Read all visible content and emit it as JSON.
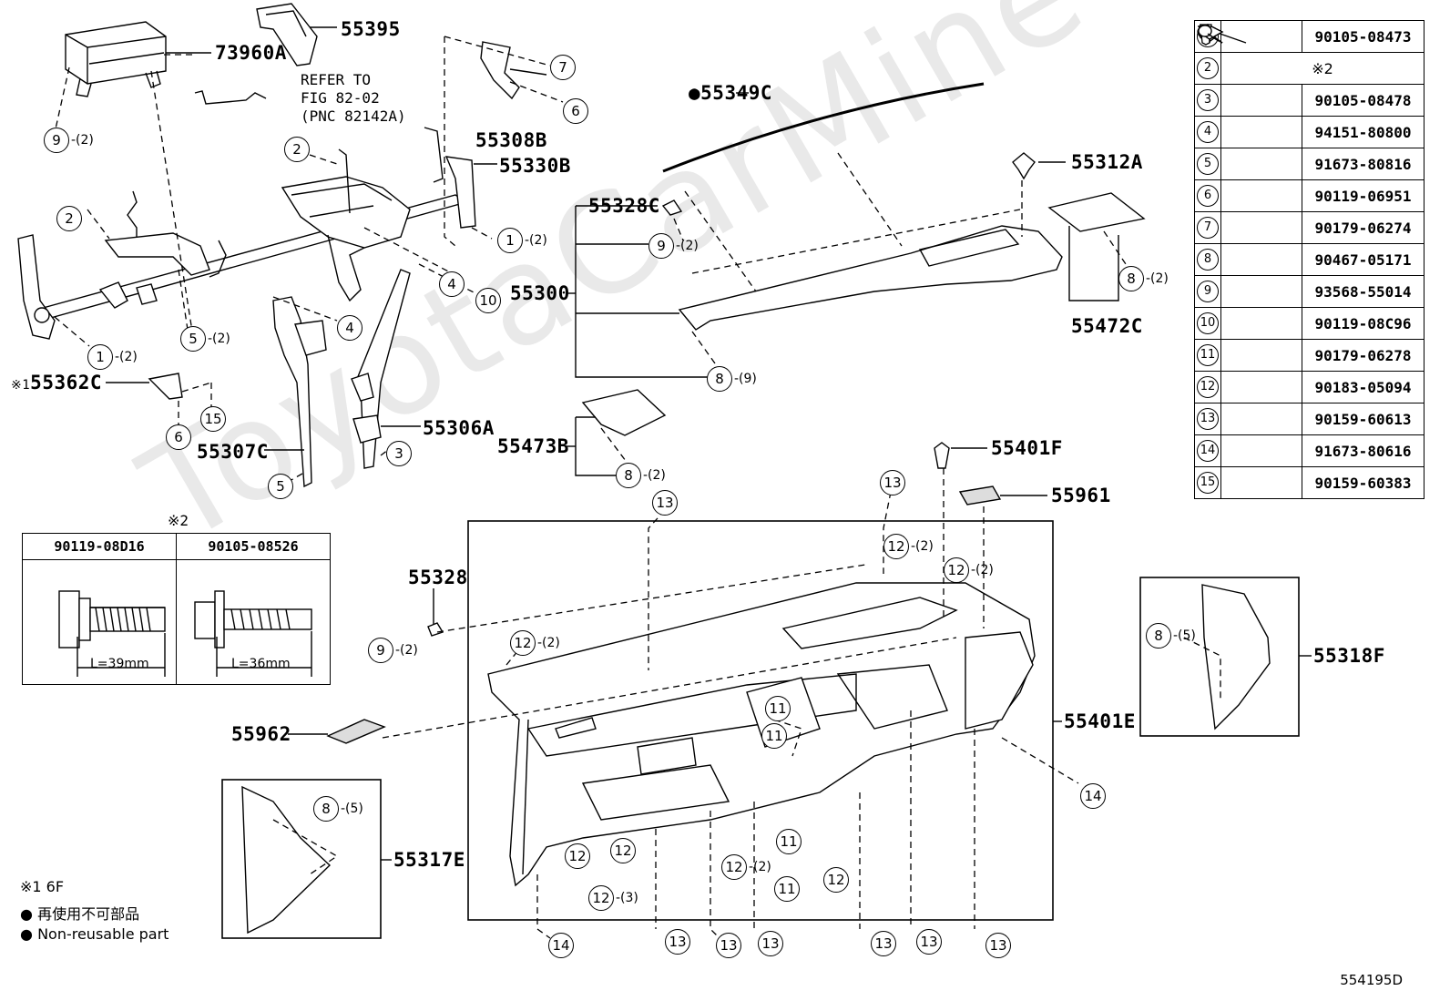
{
  "watermark": "ToyotaCarMine",
  "figure_code": "554195D",
  "part_labels": {
    "p73960A": "73960A",
    "p55395": "55395",
    "p55308B": "55308B",
    "p55330B": "55330B",
    "p55349C": "55349C",
    "p55312A": "55312A",
    "p55328C": "55328C",
    "p55300": "55300",
    "p55472C": "55472C",
    "p55362C": "55362C",
    "p55306A": "55306A",
    "p55307C": "55307C",
    "p55473B": "55473B",
    "p55401F": "55401F",
    "p55961": "55961",
    "p55328": "55328",
    "p55962": "55962",
    "p55401E": "55401E",
    "p55318F": "55318F",
    "p55317E": "55317E"
  },
  "marks": {
    "non_reusable_bullet": "●",
    "note1_mark": "※1"
  },
  "refer_note": {
    "line1": "REFER TO",
    "line2": "FIG 82-02",
    "line3": "(PNC 82142A)"
  },
  "parts_table": [
    {
      "num": "1",
      "part": "90105-08473",
      "icon": "long-bolt-icon"
    },
    {
      "num": "2",
      "part": "※2",
      "icon": ""
    },
    {
      "num": "3",
      "part": "90105-08478",
      "icon": "flange-bolt-icon"
    },
    {
      "num": "4",
      "part": "94151-80800",
      "icon": "nut-icon"
    },
    {
      "num": "5",
      "part": "91673-80816",
      "icon": "bolt-icon"
    },
    {
      "num": "6",
      "part": "90119-06951",
      "icon": "bolt-icon"
    },
    {
      "num": "7",
      "part": "90179-06274",
      "icon": "nut-icon"
    },
    {
      "num": "8",
      "part": "90467-05171",
      "icon": "clip-icon"
    },
    {
      "num": "9",
      "part": "93568-55014",
      "icon": "screw-icon"
    },
    {
      "num": "10",
      "part": "90119-08C96",
      "icon": "bolt-icon"
    },
    {
      "num": "11",
      "part": "90179-06278",
      "icon": "clip-nut-icon"
    },
    {
      "num": "12",
      "part": "90183-05094",
      "icon": "clip-nut-icon"
    },
    {
      "num": "13",
      "part": "90159-60613",
      "icon": "screw-icon"
    },
    {
      "num": "14",
      "part": "91673-80616",
      "icon": "screw-icon"
    },
    {
      "num": "15",
      "part": "90159-60383",
      "icon": "screw-icon"
    }
  ],
  "bolt_table": {
    "mark": "※2",
    "columns": [
      {
        "part": "90119-08D16",
        "length": "L=39mm"
      },
      {
        "part": "90105-08526",
        "length": "L=36mm"
      }
    ]
  },
  "callouts": [
    {
      "num": "9",
      "qty": "-(2)"
    },
    {
      "num": "2",
      "qty": ""
    },
    {
      "num": "2",
      "qty": ""
    },
    {
      "num": "1",
      "qty": "-(2)"
    },
    {
      "num": "5",
      "qty": "-(2)"
    },
    {
      "num": "4",
      "qty": ""
    },
    {
      "num": "10",
      "qty": ""
    },
    {
      "num": "4",
      "qty": ""
    },
    {
      "num": "1",
      "qty": "-(2)"
    },
    {
      "num": "7",
      "qty": ""
    },
    {
      "num": "6",
      "qty": ""
    },
    {
      "num": "6",
      "qty": ""
    },
    {
      "num": "15",
      "qty": ""
    },
    {
      "num": "3",
      "qty": ""
    },
    {
      "num": "5",
      "qty": ""
    },
    {
      "num": "9",
      "qty": "-(2)"
    },
    {
      "num": "8",
      "qty": "-(9)"
    },
    {
      "num": "8",
      "qty": "-(2)"
    },
    {
      "num": "8",
      "qty": "-(2)"
    },
    {
      "num": "13",
      "qty": ""
    },
    {
      "num": "13",
      "qty": ""
    },
    {
      "num": "12",
      "qty": "-(2)"
    },
    {
      "num": "12",
      "qty": "-(2)"
    },
    {
      "num": "9",
      "qty": "-(2)"
    },
    {
      "num": "12",
      "qty": "-(2)"
    },
    {
      "num": "11",
      "qty": ""
    },
    {
      "num": "11",
      "qty": ""
    },
    {
      "num": "12",
      "qty": ""
    },
    {
      "num": "12",
      "qty": ""
    },
    {
      "num": "12",
      "qty": "-(2)"
    },
    {
      "num": "11",
      "qty": ""
    },
    {
      "num": "11",
      "qty": ""
    },
    {
      "num": "12",
      "qty": ""
    },
    {
      "num": "12",
      "qty": "-(3)"
    },
    {
      "num": "14",
      "qty": ""
    },
    {
      "num": "14",
      "qty": ""
    },
    {
      "num": "13",
      "qty": ""
    },
    {
      "num": "13",
      "qty": ""
    },
    {
      "num": "13",
      "qty": ""
    },
    {
      "num": "13",
      "qty": ""
    },
    {
      "num": "13",
      "qty": ""
    },
    {
      "num": "13",
      "qty": ""
    },
    {
      "num": "8",
      "qty": "-(5)"
    },
    {
      "num": "8",
      "qty": "-(5)"
    }
  ],
  "legend": {
    "note1": "※1 6F",
    "jp": "再使用不可部品",
    "en": "Non-reusable part"
  }
}
